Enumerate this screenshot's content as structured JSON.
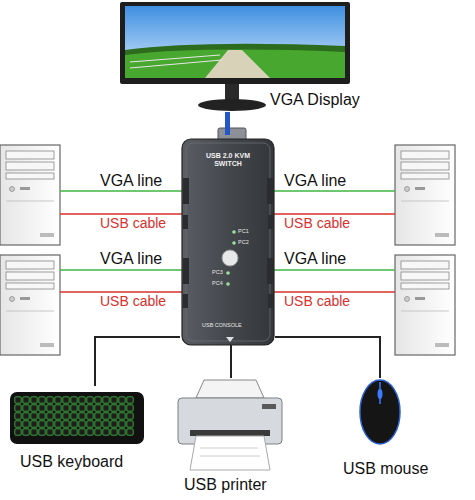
{
  "diagram": {
    "nodes": [
      {
        "text": [
          "VGA Display"
        ]
      },
      {
        "text": [
          "USB 2.0 KVM SWITCH",
          "PC1",
          "PC2",
          "PC3",
          "PC4",
          "USB CONSOLE"
        ]
      },
      {
        "text": [
          "USB keyboard"
        ]
      },
      {
        "text": [
          "USB printer"
        ]
      },
      {
        "text": [
          "USB mouse"
        ]
      }
    ],
    "edges": [
      {
        "from": 0,
        "to": 1,
        "arrow": "none"
      },
      {
        "from": 1,
        "to": 2,
        "arrow": "none"
      },
      {
        "from": 1,
        "to": 3,
        "arrow": "none"
      },
      {
        "from": 1,
        "to": 4,
        "arrow": "none"
      }
    ],
    "labels": [
      "VGA line",
      "VGA line",
      "USB cable",
      "USB cable",
      "VGA line",
      "VGA line",
      "USB cable",
      "USB cable"
    ]
  }
}
